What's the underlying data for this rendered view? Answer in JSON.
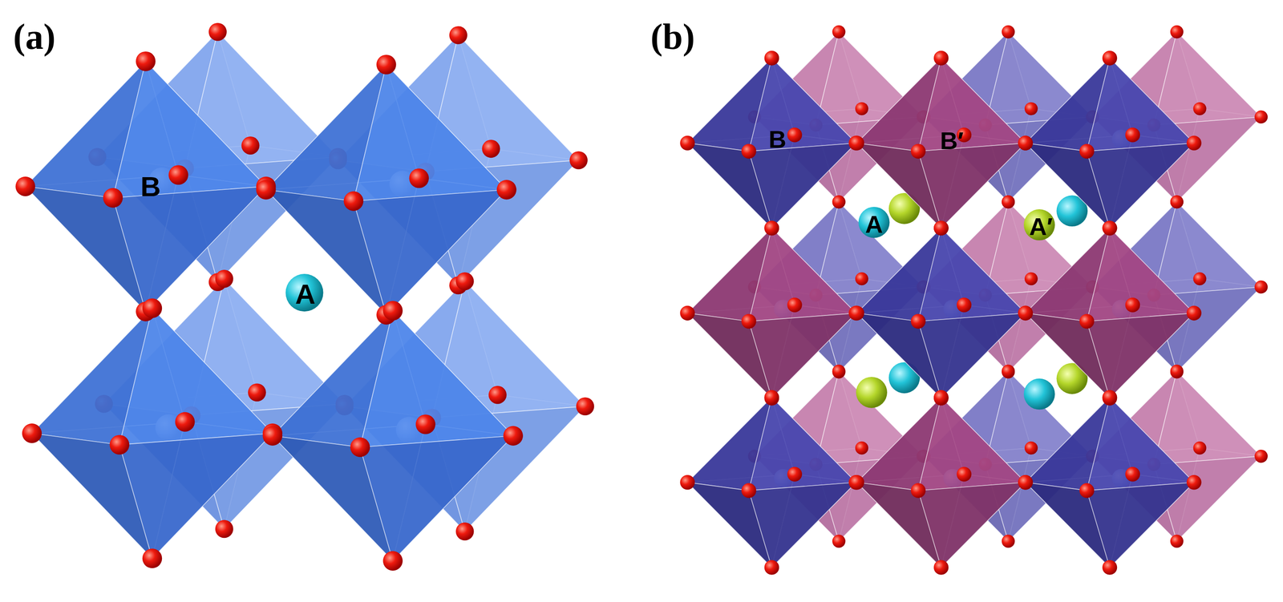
{
  "diagram": {
    "labels": [
      "(a)",
      "B",
      "A",
      "(b)",
      "B",
      "B′",
      "A",
      "A′"
    ]
  }
}
